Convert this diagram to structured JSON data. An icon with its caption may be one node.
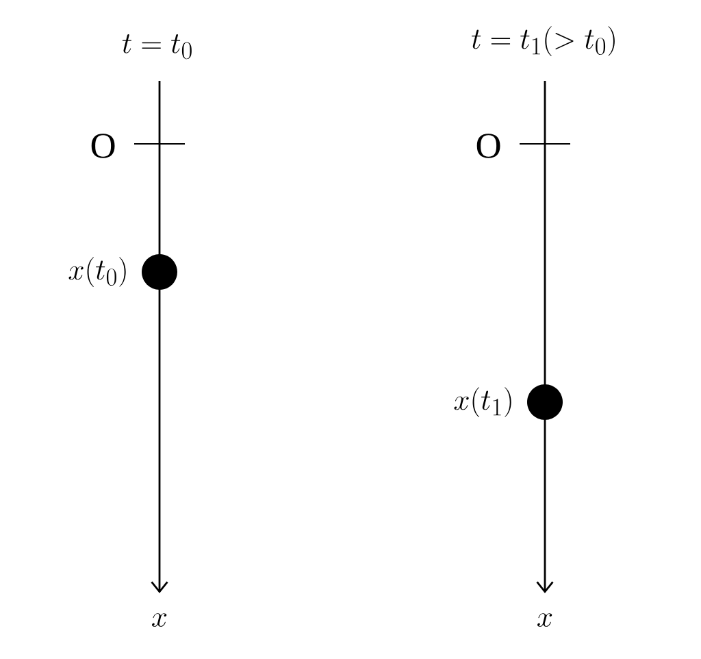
{
  "diagram": {
    "nodes": [
      {
        "text": [],
        "shape": "circle",
        "beside": [
          "x(t_0)"
        ]
      },
      {
        "text": [],
        "shape": "circle",
        "beside": [
          "x(t_1)"
        ]
      }
    ],
    "labels": [
      "t = t_0",
      "t = t_1(> t_0)",
      "\\mathrm{O}",
      "\\mathrm{O}",
      "x",
      "x"
    ]
  }
}
